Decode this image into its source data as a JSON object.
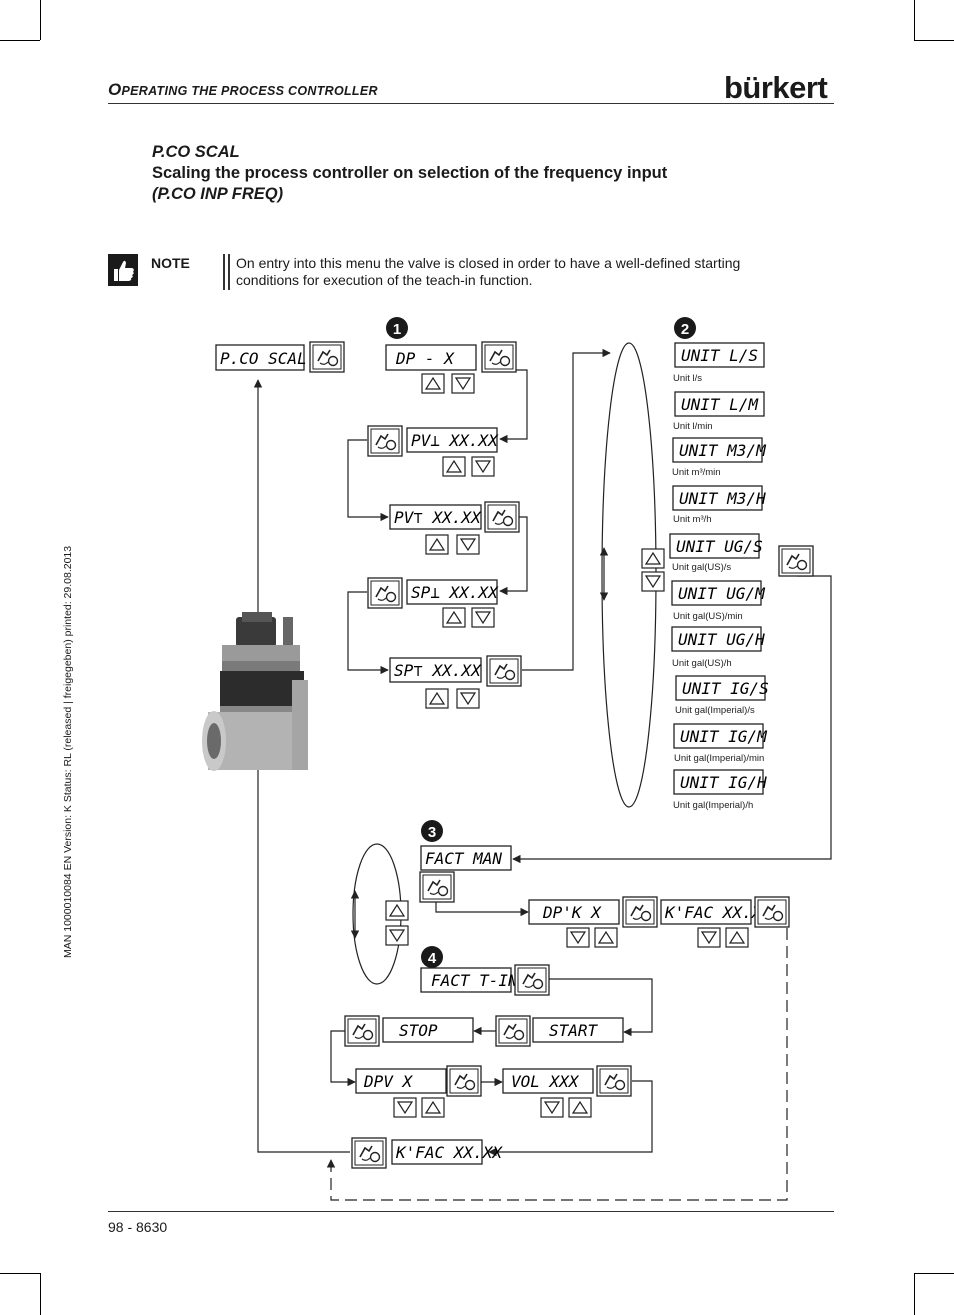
{
  "header": {
    "section_first_letter": "O",
    "section_rest": "perating the process controller",
    "brand": "bürkert"
  },
  "title": {
    "line1": "P.CO SCAL",
    "line2": "Scaling the process controller on selection of the frequency input",
    "line3": "(P.CO INP FREQ)"
  },
  "note": {
    "label": "NOTE",
    "text": "On entry into this menu the valve is closed in order to have a well-defined starting conditions for execution of the teach-in function."
  },
  "side_text": "MAN  1000010084  EN  Version: K  Status: RL (released | freigegeben)  printed: 29.08.2013",
  "footer": {
    "page": "98  -  8630"
  },
  "diagram": {
    "markers": [
      "1",
      "2",
      "3",
      "4"
    ],
    "displays": {
      "pco_scal": "P.CO SCAL",
      "dp_x": "DP  - X",
      "pv_low": "PV⊥ XX.XX",
      "pv_high": "PV⊤ XX.XX",
      "sp_low": "SP⊥ XX.XX",
      "sp_high": "SP⊤ XX.XX",
      "fact_man": "FACT MAN",
      "dpk_x": "DP'K X",
      "kfac_1": "K'FAC XX.XX",
      "fact_tin": "FACT T-IN",
      "stop": "STOP",
      "start": "START",
      "dpv_x": "DPV  X",
      "vol_xxx": "VOL XXX",
      "kfac_2": "K'FAC XX.XX"
    },
    "units": [
      {
        "display": "UNIT L/S",
        "label": "Unit l/s"
      },
      {
        "display": "UNIT L/M",
        "label": "Unit l/min"
      },
      {
        "display": "UNIT M3/M",
        "label": "Unit m³/min"
      },
      {
        "display": "UNIT M3/H",
        "label": "Unit m³/h"
      },
      {
        "display": "UNIT UG/S",
        "label": "Unit gal(US)/s"
      },
      {
        "display": "UNIT UG/M",
        "label": "Unit gal(US)/min"
      },
      {
        "display": "UNIT UG/H",
        "label": "Unit gal(US)/h"
      },
      {
        "display": "UNIT IG/S",
        "label": "Unit gal(Imperial)/s"
      },
      {
        "display": "UNIT IG/M",
        "label": "Unit gal(Imperial)/min"
      },
      {
        "display": "UNIT IG/H",
        "label": "Unit gal(Imperial)/h"
      }
    ]
  }
}
